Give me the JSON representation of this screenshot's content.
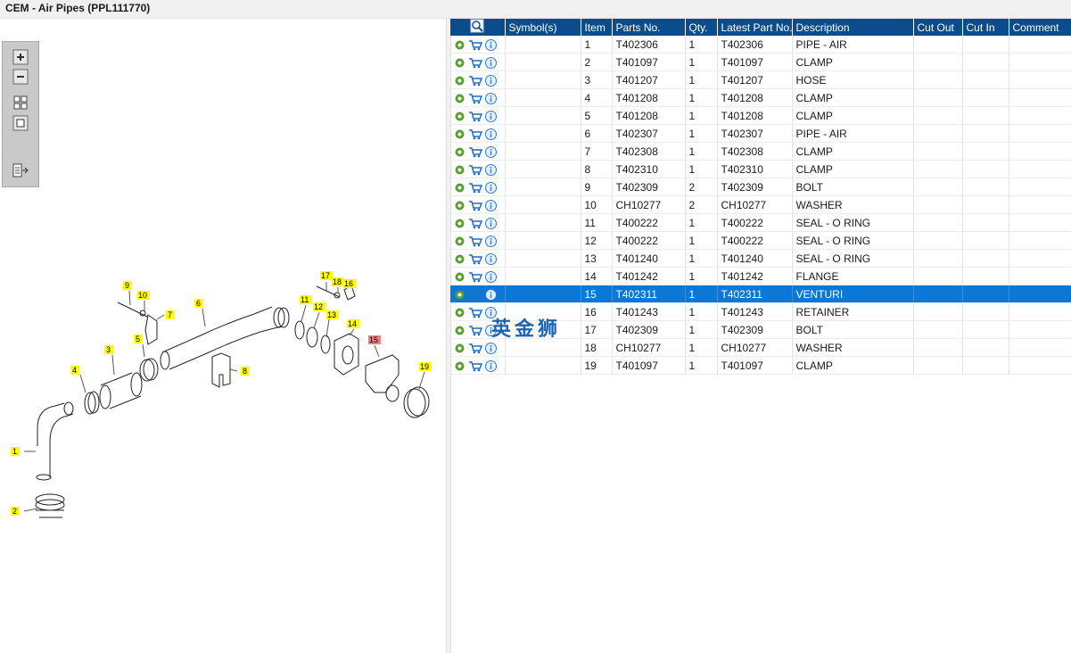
{
  "window": {
    "title": "CEM - Air Pipes (PPL111770)"
  },
  "toolbar": {
    "zoom_in_icon": "zoom-in-icon",
    "zoom_out_icon": "zoom-out-icon",
    "fit_icon": "fit-all-icon",
    "actual_size_icon": "actual-size-icon",
    "export_icon": "export-list-icon"
  },
  "diagram": {
    "callouts": [
      "1",
      "2",
      "3",
      "4",
      "5",
      "6",
      "7",
      "8",
      "9",
      "10",
      "11",
      "12",
      "13",
      "14",
      "15",
      "16",
      "17",
      "18",
      "19"
    ],
    "highlighted": "15",
    "colors": {
      "callout": "#ffff00",
      "callout_selected": "#f08080"
    }
  },
  "grid": {
    "columns": [
      "Symbol(s)",
      "Item",
      "Parts No.",
      "Qty.",
      "Latest Part No.",
      "Description",
      "Cut Out",
      "Cut In",
      "Comment"
    ],
    "selected_item": "15",
    "rows": [
      {
        "item": "1",
        "part": "T402306",
        "qty": "1",
        "latest": "T402306",
        "desc": "PIPE - AIR"
      },
      {
        "item": "2",
        "part": "T401097",
        "qty": "1",
        "latest": "T401097",
        "desc": "CLAMP"
      },
      {
        "item": "3",
        "part": "T401207",
        "qty": "1",
        "latest": "T401207",
        "desc": "HOSE"
      },
      {
        "item": "4",
        "part": "T401208",
        "qty": "1",
        "latest": "T401208",
        "desc": "CLAMP"
      },
      {
        "item": "5",
        "part": "T401208",
        "qty": "1",
        "latest": "T401208",
        "desc": "CLAMP"
      },
      {
        "item": "6",
        "part": "T402307",
        "qty": "1",
        "latest": "T402307",
        "desc": "PIPE - AIR"
      },
      {
        "item": "7",
        "part": "T402308",
        "qty": "1",
        "latest": "T402308",
        "desc": "CLAMP"
      },
      {
        "item": "8",
        "part": "T402310",
        "qty": "1",
        "latest": "T402310",
        "desc": "CLAMP"
      },
      {
        "item": "9",
        "part": "T402309",
        "qty": "2",
        "latest": "T402309",
        "desc": "BOLT"
      },
      {
        "item": "10",
        "part": "CH10277",
        "qty": "2",
        "latest": "CH10277",
        "desc": "WASHER"
      },
      {
        "item": "11",
        "part": "T400222",
        "qty": "1",
        "latest": "T400222",
        "desc": "SEAL - O RING"
      },
      {
        "item": "12",
        "part": "T400222",
        "qty": "1",
        "latest": "T400222",
        "desc": "SEAL - O RING"
      },
      {
        "item": "13",
        "part": "T401240",
        "qty": "1",
        "latest": "T401240",
        "desc": "SEAL - O RING"
      },
      {
        "item": "14",
        "part": "T401242",
        "qty": "1",
        "latest": "T401242",
        "desc": "FLANGE"
      },
      {
        "item": "15",
        "part": "T402311",
        "qty": "1",
        "latest": "T402311",
        "desc": "VENTURI"
      },
      {
        "item": "16",
        "part": "T401243",
        "qty": "1",
        "latest": "T401243",
        "desc": "RETAINER"
      },
      {
        "item": "17",
        "part": "T402309",
        "qty": "1",
        "latest": "T402309",
        "desc": "BOLT"
      },
      {
        "item": "18",
        "part": "CH10277",
        "qty": "1",
        "latest": "CH10277",
        "desc": "WASHER"
      },
      {
        "item": "19",
        "part": "T401097",
        "qty": "1",
        "latest": "T401097",
        "desc": "CLAMP"
      }
    ],
    "row_icons": [
      "gear-icon",
      "cart-icon",
      "info-icon"
    ],
    "colors": {
      "header": "#0b4d8c",
      "selection": "#0a78d7"
    }
  },
  "watermark": {
    "text": "英金狮"
  }
}
